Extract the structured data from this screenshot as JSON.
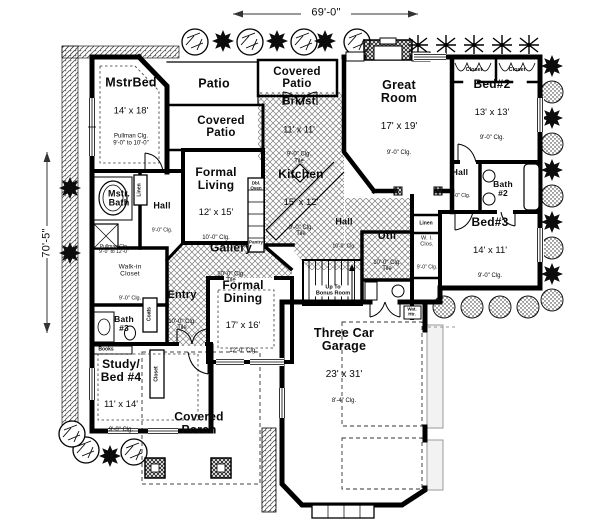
{
  "dimensions": {
    "width": "69'-0\"",
    "height": "70'-5\""
  },
  "rooms": [
    {
      "name": "MstrBed",
      "dims": "14' x 18'",
      "note": "Pullman Clg.\n9'-0\" to 10'-0\""
    },
    {
      "name": "Patio"
    },
    {
      "name": "Covered\nPatio"
    },
    {
      "name": "Covered\nPatio"
    },
    {
      "name": "Brkfst",
      "dims": "11' x 11'",
      "note": "9'-0\" Clg.\nTile"
    },
    {
      "name": "Great\nRoom",
      "dims": "17' x 19'",
      "note": "9'-0\" Clg."
    },
    {
      "name": "Bed#2",
      "dims": "13' x 13'",
      "note": "9'-0\" Clg."
    },
    {
      "name": "Mstr.\nBath"
    },
    {
      "name": "Hall",
      "note": "9'-0\" Clg."
    },
    {
      "name": "Formal\nLiving",
      "dims": "12' x 15'",
      "note": "10'-0\" Clg."
    },
    {
      "name": "Kitchen",
      "dims": "15' x 12'",
      "note": "9'-0\" Clg.\nTile"
    },
    {
      "name": "Hall",
      "note": "10'-0\" Clg."
    },
    {
      "name": "Hall",
      "note": "9'-0\" Clg."
    },
    {
      "name": "Bath\n#2"
    },
    {
      "name": "Bed#3",
      "dims": "14' x 11'",
      "note": "9'-0\" Clg."
    },
    {
      "name": "Util",
      "note": "10'-0\" Clg.\nTile"
    },
    {
      "name": "Gallery",
      "note": "10'-0\" Clg.\nTile"
    },
    {
      "name": "Entry",
      "note": "10'-0\" Clg.\nTile"
    },
    {
      "name": "Formal\nDining",
      "dims": "17' x 16'",
      "note": "12'-0\" Clg."
    },
    {
      "name": "Walk-in\nCloset",
      "note": "9'-0\" Clg."
    },
    {
      "name": "Bath\n#3"
    },
    {
      "name": "Study/\nBed #4",
      "dims": "11' x 14'",
      "note": "9'-0\" Clg."
    },
    {
      "name": "Covered\nPorch"
    },
    {
      "name": "Three Car\nGarage",
      "dims": "23' x 31'",
      "note": "8'-4\" Clg."
    },
    {
      "name": "W. I.\nClos.",
      "note": "9'-0\" Clg."
    }
  ],
  "labels": [
    {
      "text": "Closet"
    },
    {
      "text": "Closet"
    },
    {
      "text": "Linen"
    },
    {
      "text": "Linen"
    },
    {
      "text": "Coats"
    },
    {
      "text": "Books"
    },
    {
      "text": "Closet"
    },
    {
      "text": "Pantry"
    },
    {
      "text": "Dbl.\nOven"
    },
    {
      "text": "Up To\nBonus Room"
    },
    {
      "text": "Wat.\nHtr."
    },
    {
      "text": "Pullman Clg.\n9'-0\" to 12'-0\""
    }
  ]
}
